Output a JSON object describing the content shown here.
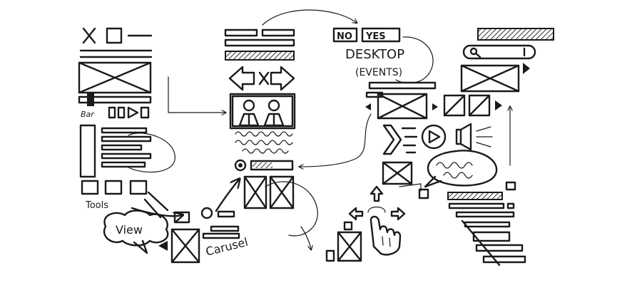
{
  "labels": {
    "no": "NO",
    "yes": "YES",
    "desktop": "DESKTOP",
    "events": "(EVENTS)",
    "bar": "Bar",
    "tools": "Tools",
    "view": "View",
    "carousel": "Carusel"
  },
  "colors": {
    "ink": "#1a1a1a",
    "paper": "#ffffff"
  }
}
